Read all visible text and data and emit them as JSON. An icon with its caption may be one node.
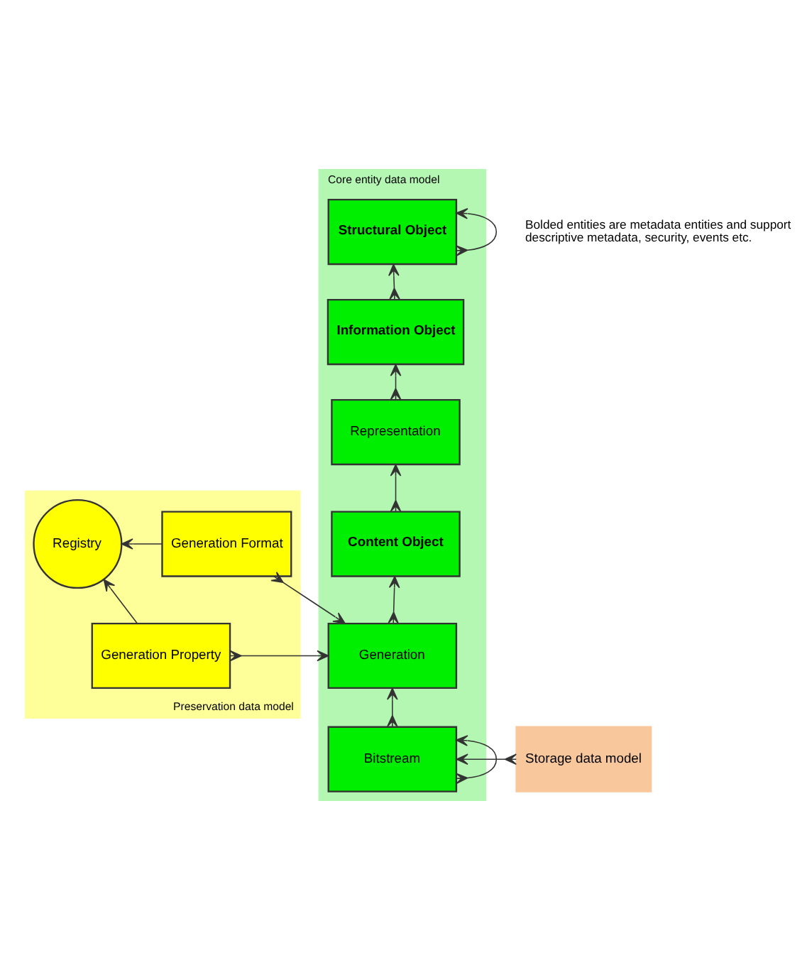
{
  "diagram": {
    "nodes": [
      {
        "text": [
          "Core entity data model"
        ]
      },
      {
        "text": [
          "Structural Object"
        ],
        "in": 0
      },
      {
        "text": [
          "Information Object"
        ],
        "in": 0
      },
      {
        "text": [
          "Representation"
        ],
        "in": 0
      },
      {
        "text": [
          "Content Object"
        ],
        "in": 0
      },
      {
        "text": [
          "Generation"
        ],
        "in": 0
      },
      {
        "text": [
          "Bitstream"
        ],
        "in": 0
      },
      {
        "text": [
          "Preservation data model"
        ]
      },
      {
        "text": [
          "Generation Format"
        ],
        "in": 7
      },
      {
        "text": [
          "Generation Property"
        ],
        "in": 7
      },
      {
        "text": [
          "Registry"
        ],
        "in": 7
      },
      {
        "text": [
          "Storage data model"
        ]
      }
    ],
    "edges": [
      {
        "from": 1,
        "to": 1,
        "arrow": "to"
      },
      {
        "from": 2,
        "to": 1,
        "arrow": "to"
      },
      {
        "from": 3,
        "to": 2,
        "arrow": "to"
      },
      {
        "from": 4,
        "to": 3,
        "arrow": "to"
      },
      {
        "from": 5,
        "to": 4,
        "arrow": "to"
      },
      {
        "from": 6,
        "to": 5,
        "arrow": "to"
      },
      {
        "from": 6,
        "to": 6,
        "arrow": "to"
      },
      {
        "from": 8,
        "to": 5,
        "arrow": "to"
      },
      {
        "from": 9,
        "to": 5,
        "arrow": "to"
      },
      {
        "from": 11,
        "to": 6,
        "arrow": "to"
      },
      {
        "from": 8,
        "to": 10,
        "arrow": "to"
      },
      {
        "from": 9,
        "to": 10,
        "arrow": "to"
      }
    ],
    "labels": [
      "Bolded entities are metadata entities and support descriptive metadata, security, events etc."
    ]
  }
}
